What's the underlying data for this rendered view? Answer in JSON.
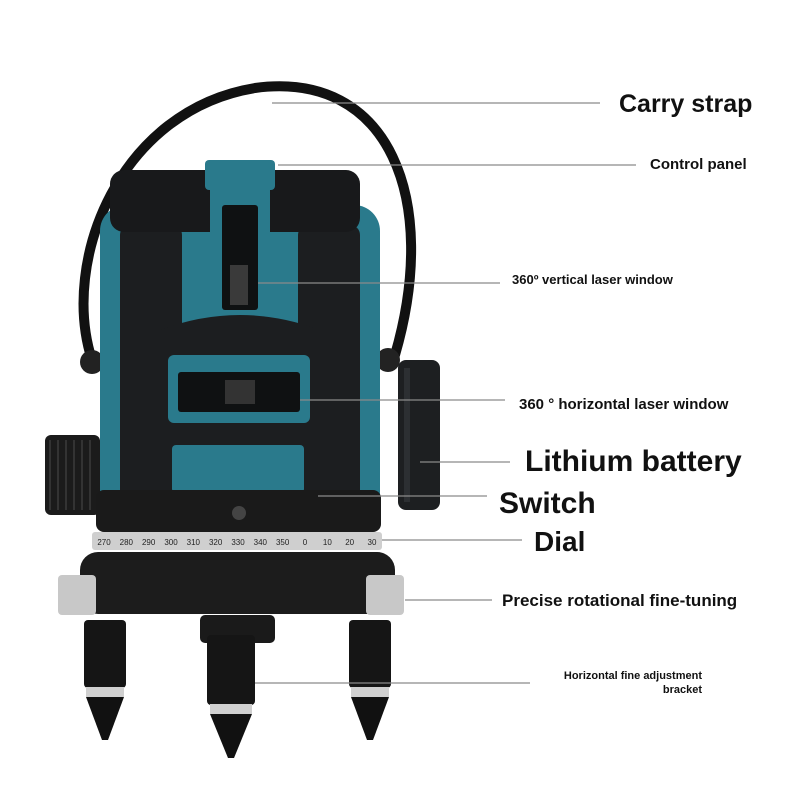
{
  "labels": {
    "carry_strap": "Carry strap",
    "control_panel": "Control panel",
    "vertical_window": "360º vertical laser window",
    "horizontal_window": "360 ° horizontal laser window",
    "lithium_battery": "Lithium battery",
    "switch": "Switch",
    "dial": "Dial",
    "fine_tuning": "Precise rotational fine-tuning",
    "bracket_line1": "Horizontal fine adjustment",
    "bracket_line2": "bracket"
  },
  "dial_scale": [
    "270",
    "280",
    "290",
    "300",
    "310",
    "320",
    "330",
    "340",
    "350",
    "0",
    "10",
    "20",
    "30"
  ],
  "colors": {
    "body_teal": "#2a7a8c",
    "body_dark": "#1c1e20",
    "accent_light": "#3d9bb0",
    "leader_line": "#8a8a8a"
  }
}
